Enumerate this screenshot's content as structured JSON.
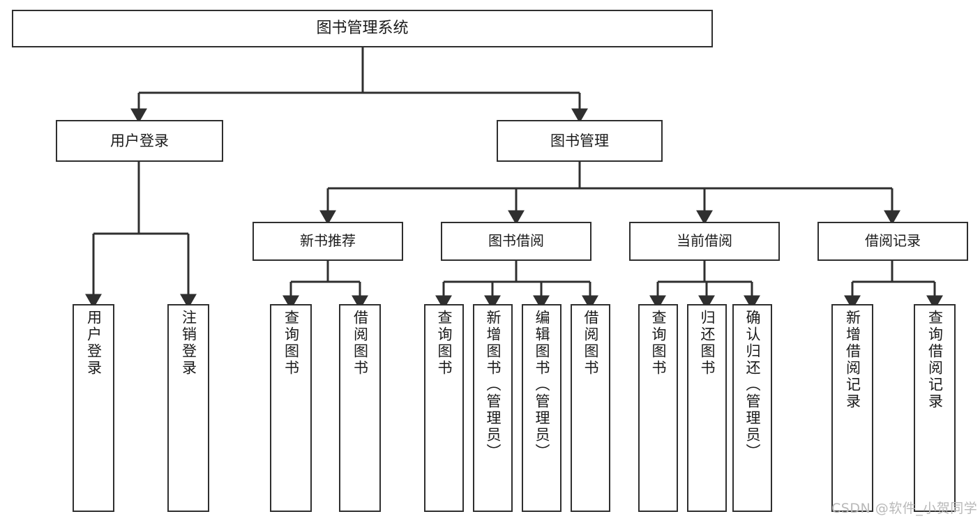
{
  "diagram": {
    "title": "图书管理系统",
    "background_color": "#ffffff",
    "line_color": "#2f2f2f",
    "text_color": "#1a1a1a",
    "root": {
      "label": "图书管理系统"
    },
    "level2": [
      {
        "label": "用户登录"
      },
      {
        "label": "图书管理"
      }
    ],
    "level3": [
      {
        "label": "新书推荐"
      },
      {
        "label": "图书借阅"
      },
      {
        "label": "当前借阅"
      },
      {
        "label": "借阅记录"
      }
    ],
    "leaves": {
      "user_login": [
        {
          "label": "用户登录"
        },
        {
          "label": "注销登录"
        }
      ],
      "new_book": [
        {
          "label": "查询图书"
        },
        {
          "label": "借阅图书"
        }
      ],
      "book_borrow": [
        {
          "label": "查询图书"
        },
        {
          "label": "新增图书（管理员）"
        },
        {
          "label": "编辑图书（管理员）"
        },
        {
          "label": "借阅图书"
        }
      ],
      "current_borrow": [
        {
          "label": "查询图书"
        },
        {
          "label": "归还图书"
        },
        {
          "label": "确认归还（管理员）"
        }
      ],
      "borrow_record": [
        {
          "label": "新增借阅记录"
        },
        {
          "label": "查询借阅记录"
        }
      ]
    }
  },
  "watermark": {
    "text": "CSDN @软件_小贺同学"
  }
}
